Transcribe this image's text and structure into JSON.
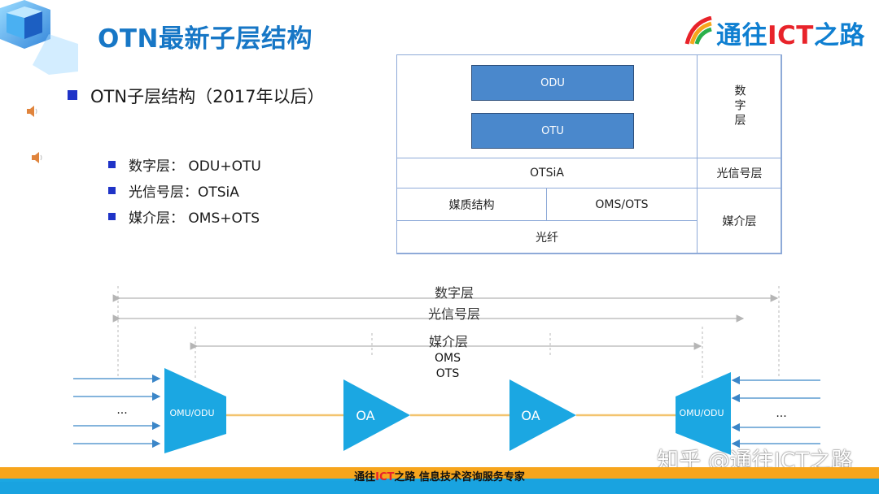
{
  "header": {
    "title": "OTN最新子层结构",
    "brand_prefix": "通往",
    "brand_highlight": "ICT",
    "brand_suffix": "之路"
  },
  "bullets": {
    "main": "OTN子层结构（2017年以后）",
    "items": [
      {
        "label": "数字层：",
        "value": "ODU+OTU"
      },
      {
        "label": "光信号层：",
        "value": "OTSiA"
      },
      {
        "label": "媒介层：",
        "value": "OMS+OTS"
      }
    ]
  },
  "layer_table": {
    "odu": "ODU",
    "otu": "OTU",
    "digital_layer": "数字层",
    "otsia": "OTSiA",
    "optical_signal_layer": "光信号层",
    "media_structure": "媒质结构",
    "oms_ots": "OMS/OTS",
    "media_layer": "媒介层",
    "fiber": "光纤"
  },
  "diagram": {
    "span_digital": "数字层",
    "span_optical": "光信号层",
    "span_media": "媒介层",
    "oms": "OMS",
    "ots": "OTS",
    "omu_left": "OMU/ODU",
    "omu_right": "OMU/ODU",
    "oa_1": "OA",
    "oa_2": "OA",
    "ellipsis_left": "...",
    "ellipsis_right": "...",
    "colors": {
      "device": "#1ba7e2",
      "fiber": "#f3c46f",
      "arrow": "#3b86c8",
      "span": "#c8c8c8"
    }
  },
  "footer": {
    "prefix": "通往",
    "highlight": "ICT",
    "suffix": "之路 信息技术咨询服务专家",
    "watermark": "知乎 @通往ICT之路"
  }
}
